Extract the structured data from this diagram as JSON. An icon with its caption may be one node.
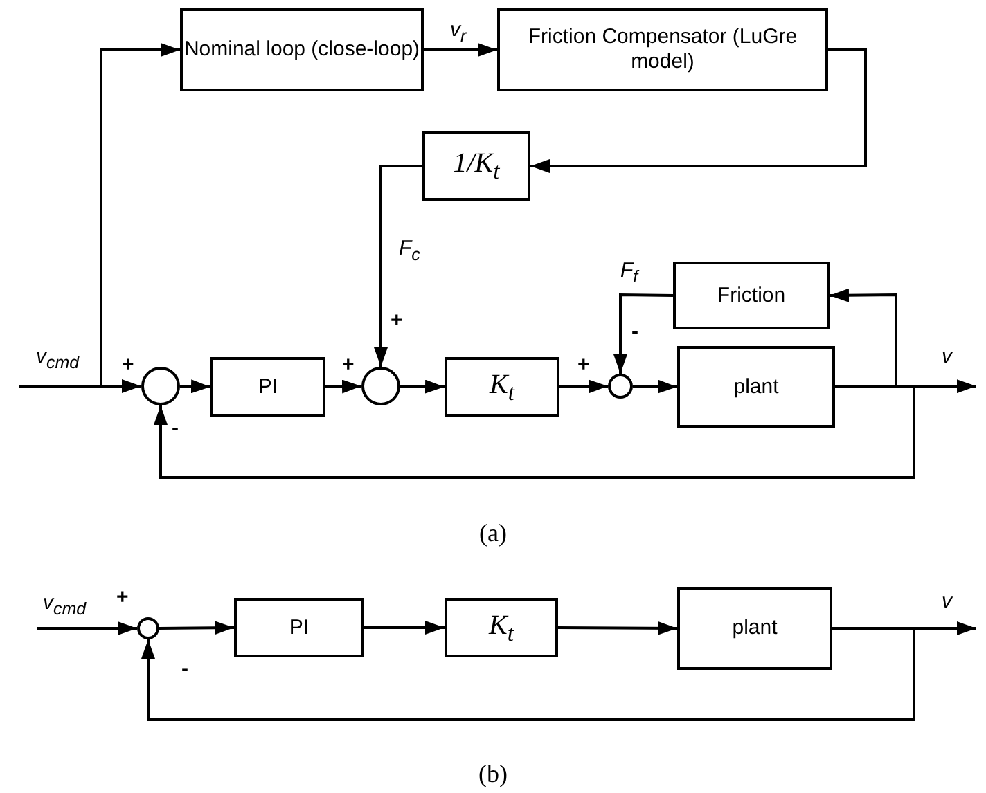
{
  "diagram": {
    "nodes": [
      {
        "text": [
          "Nominal loop (close-loop)"
        ]
      },
      {
        "text": [
          "Friction Compensator (LuGre model)"
        ]
      },
      {
        "text": [
          "1/K$_{t}$"
        ]
      },
      {
        "text": [],
        "shape": "circle"
      },
      {
        "text": [
          "PI"
        ]
      },
      {
        "text": [],
        "shape": "circle"
      },
      {
        "text": [
          "K$_{t}$"
        ]
      },
      {
        "text": [],
        "shape": "circle"
      },
      {
        "text": [
          "Friction"
        ]
      },
      {
        "text": [
          "plant"
        ]
      },
      {
        "text": [],
        "shape": "circle"
      },
      {
        "text": [
          "PI"
        ]
      },
      {
        "text": [
          "K$_{t}$"
        ]
      },
      {
        "text": [
          "plant"
        ]
      }
    ],
    "edges": [
      {
        "from": null,
        "to": 0,
        "arrow": "to"
      },
      {
        "from": null,
        "to": 3,
        "arrow": "to"
      },
      {
        "from": 0,
        "to": 1,
        "arrow": "to"
      },
      {
        "from": 1,
        "to": 2,
        "arrow": "to"
      },
      {
        "from": 2,
        "to": 5,
        "arrow": "to"
      },
      {
        "from": 3,
        "to": 4,
        "arrow": "to"
      },
      {
        "from": 4,
        "to": 5,
        "arrow": "to"
      },
      {
        "from": 5,
        "to": 6,
        "arrow": "to"
      },
      {
        "from": 6,
        "to": 7,
        "arrow": "to"
      },
      {
        "from": 7,
        "to": 9,
        "arrow": "to"
      },
      {
        "from": 9,
        "to": null,
        "arrow": "to"
      },
      {
        "from": 9,
        "to": 8,
        "arrow": "to"
      },
      {
        "from": 8,
        "to": 7,
        "arrow": "to"
      },
      {
        "from": 9,
        "to": 3,
        "arrow": "to"
      },
      {
        "from": null,
        "to": 10,
        "arrow": "to"
      },
      {
        "from": 10,
        "to": 11,
        "arrow": "to"
      },
      {
        "from": 11,
        "to": 12,
        "arrow": "to"
      },
      {
        "from": 12,
        "to": 13,
        "arrow": "to"
      },
      {
        "from": 13,
        "to": null,
        "arrow": "to"
      },
      {
        "from": 13,
        "to": 10,
        "arrow": "to"
      }
    ],
    "labels": [
      "v$_{r}$",
      "F$_{c}$",
      "F$_{f}$",
      "+",
      "-",
      "v$_{cmd}$",
      "+",
      "+",
      "+",
      "v",
      "-",
      "(a)",
      "v$_{cmd}$",
      "+",
      "v",
      "-",
      "(b)"
    ]
  }
}
